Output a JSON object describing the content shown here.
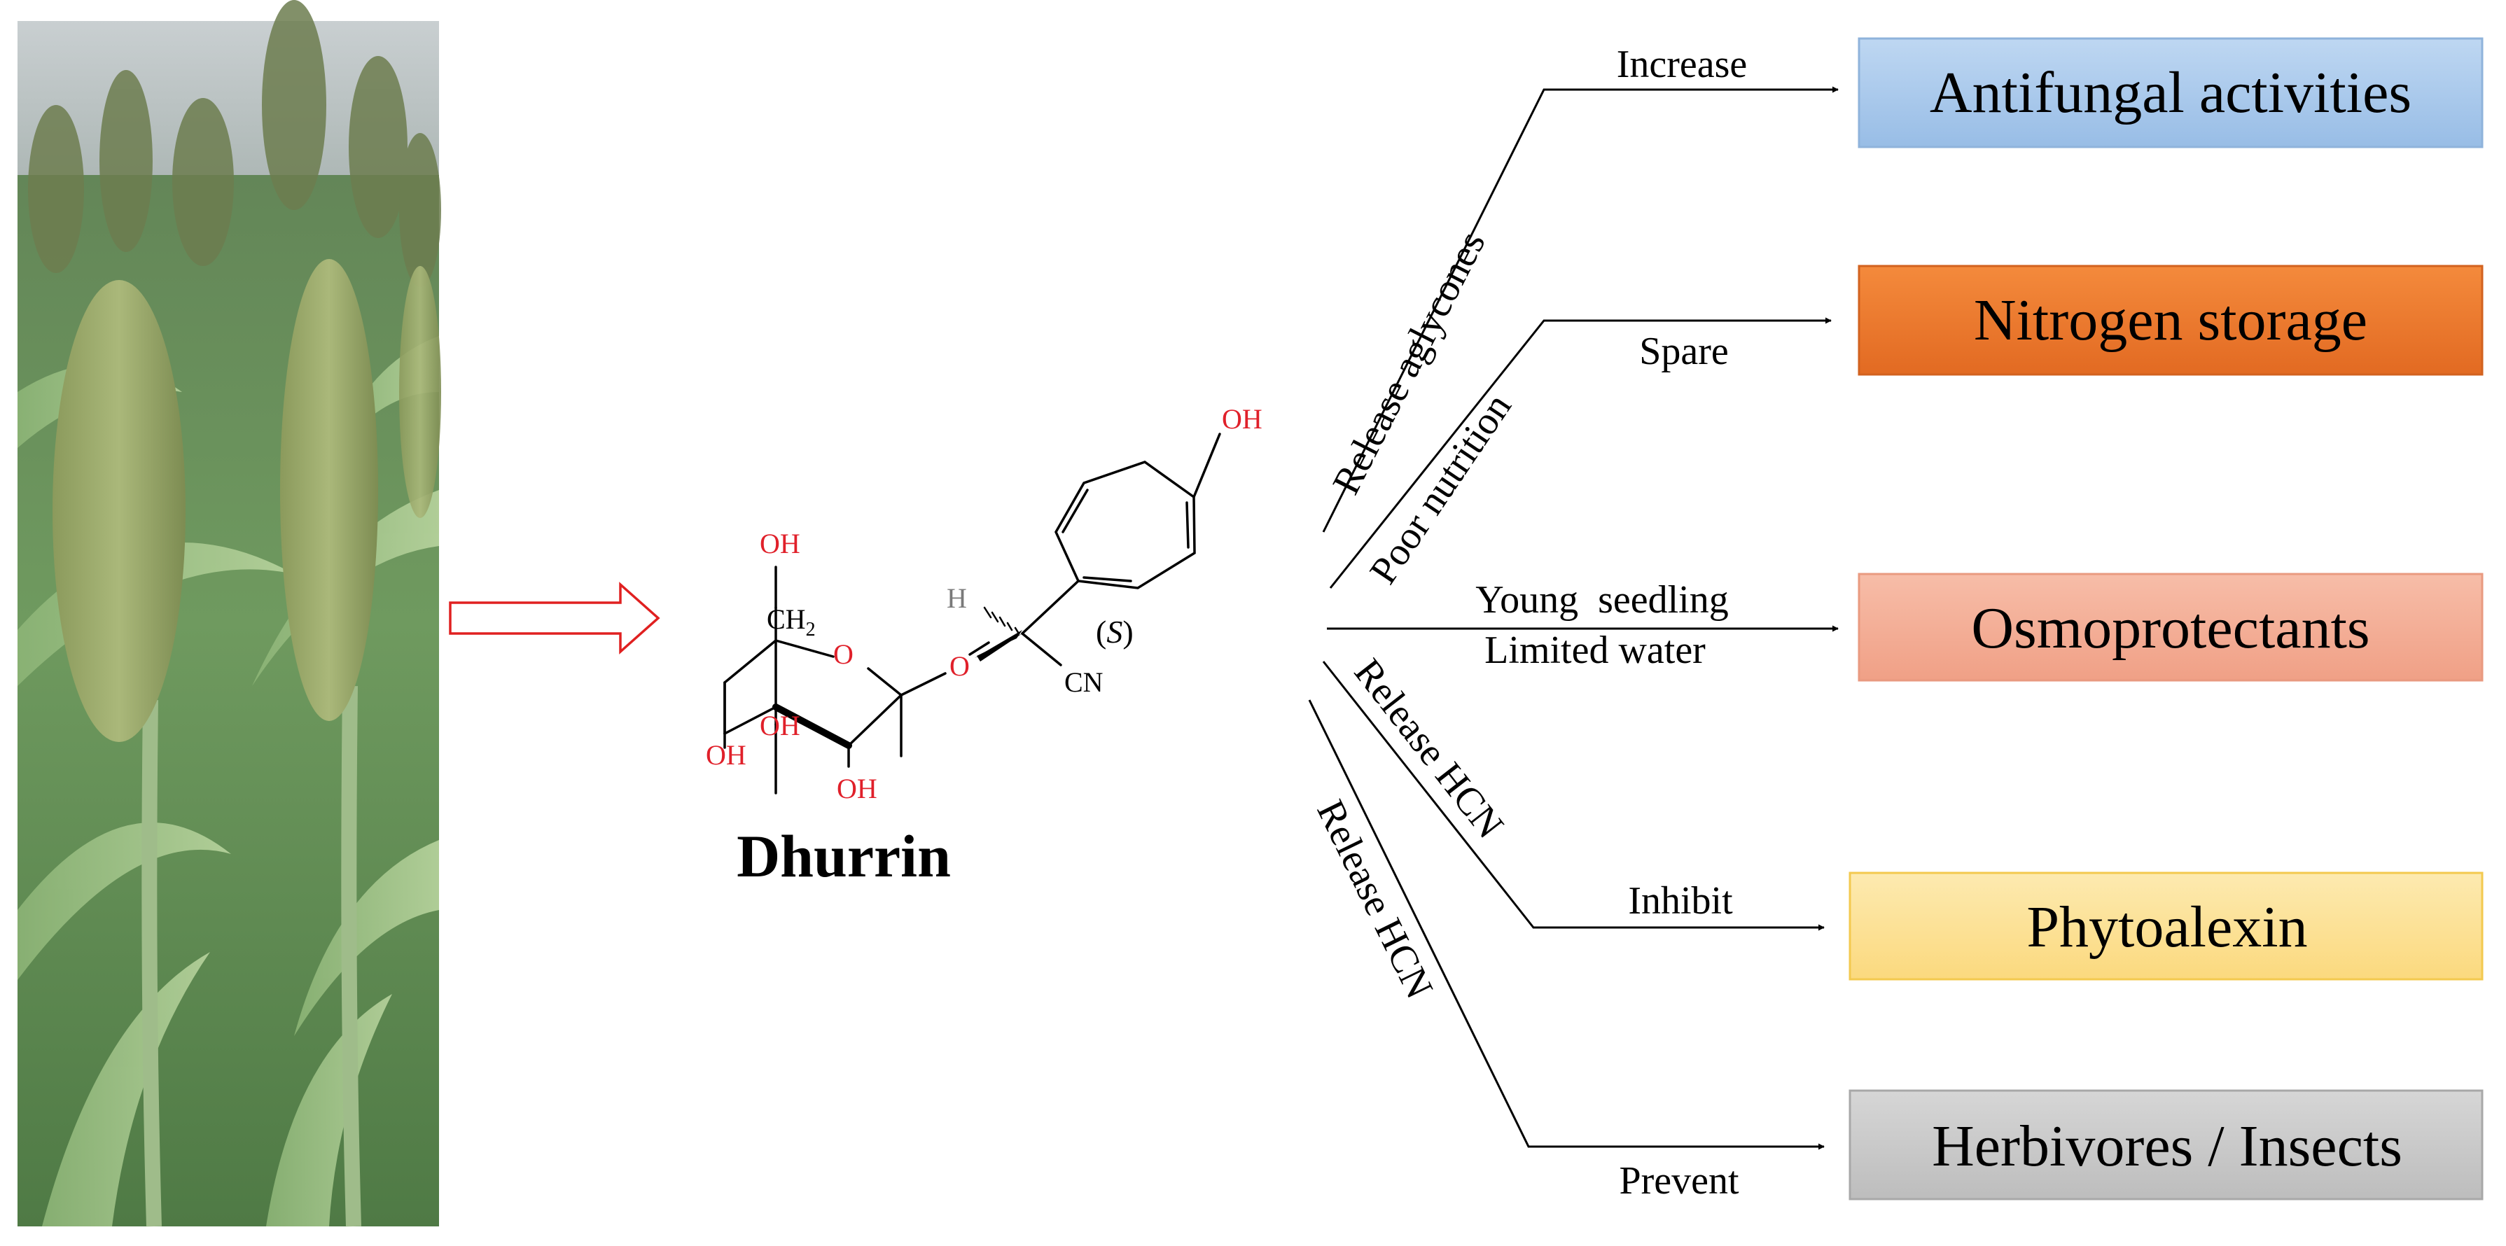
{
  "molecule": {
    "name": "Dhurrin",
    "atoms": {
      "oh_ch2": "OH",
      "ch2": "CH",
      "ch2_sub": "2",
      "ring_o": "O",
      "glyco_o": "O",
      "oh_left": "OH",
      "oh_mid": "OH",
      "oh_bottom": "OH",
      "h": "H",
      "stereo": "(S)",
      "stereo_inner": "S",
      "cn": "CN",
      "phenol_oh": "OH"
    }
  },
  "pathways": [
    {
      "diag_label": "Release aglycones",
      "verb": "Increase",
      "outcome": "Antifungal activities"
    },
    {
      "diag_label": "Poor nutrition",
      "verb": "Spare",
      "outcome": "Nitrogen storage"
    },
    {
      "diag_label": "",
      "verb": "Young  seedling",
      "verb2": "Limited water",
      "outcome": "Osmoprotectants"
    },
    {
      "diag_label": "Release HCN",
      "verb": "Inhibit",
      "outcome": "Phytoalexin"
    },
    {
      "diag_label": "Release HCN",
      "verb": "Prevent",
      "outcome": "Herbivores / Insects"
    }
  ],
  "colors": {
    "box_antifungal": "#a9c9ec",
    "box_nitrogen": "#ee7a2e",
    "box_osmo": "#f3ab94",
    "box_phytoalexin": "#fce39a",
    "box_herbivores": "#c9c9c9",
    "heteroatom": "#e0202a",
    "arrow_outline": "#e02020"
  },
  "icons": {
    "photo": "sorghum-field-photo",
    "big_arrow": "hollow-right-arrow-icon"
  }
}
